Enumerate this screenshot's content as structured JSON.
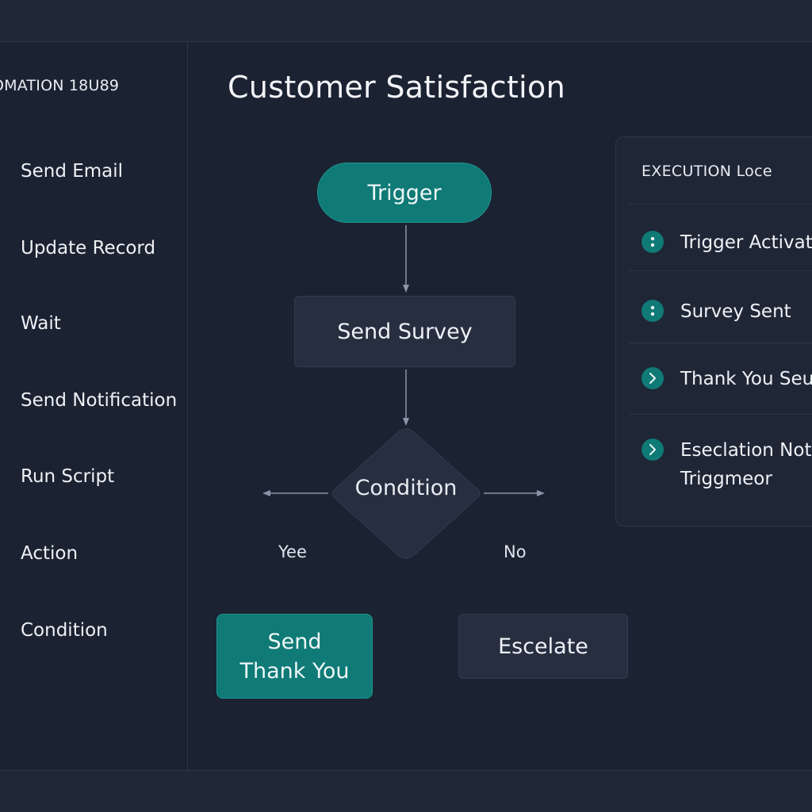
{
  "sidebar": {
    "header": "OMATION 18U89",
    "items": [
      {
        "label": "Send Email"
      },
      {
        "label": "Update Record"
      },
      {
        "label": "Wait"
      },
      {
        "label": "Send Notification"
      },
      {
        "label": "Run Script"
      },
      {
        "label": "Action"
      },
      {
        "label": "Condition"
      }
    ]
  },
  "page": {
    "title": "Customer Satisfaction"
  },
  "flow": {
    "trigger": "Trigger",
    "survey": "Send Survey",
    "condition": "Condition",
    "yes_label": "Yee",
    "no_label": "No",
    "thanks_line1": "Send",
    "thanks_line2": "Thank You",
    "escalate": "Escelate"
  },
  "log": {
    "title": "EXECUTION Loce",
    "entries": [
      {
        "text": "Trigger Activat",
        "icon": "dots-icon"
      },
      {
        "text": "Survey Sent",
        "icon": "dots-icon"
      },
      {
        "text": "Thank You Seu",
        "icon": "chevron-right-icon"
      },
      {
        "line1": "Eseclation Not",
        "line2": "Triggmeor",
        "icon": "chevron-right-icon"
      }
    ]
  },
  "colors": {
    "background": "#1b2231",
    "panel": "#262e40",
    "accent": "#0f7a76",
    "connector": "#8b95a7"
  }
}
